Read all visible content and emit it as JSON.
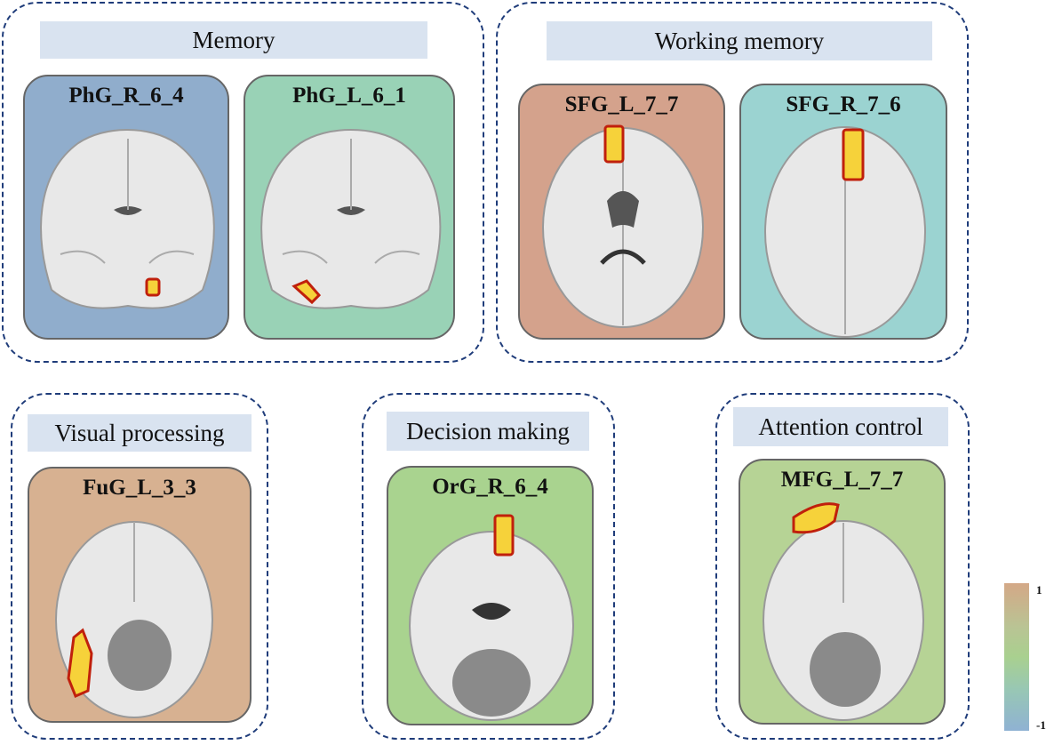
{
  "groups": [
    {
      "title": "Memory",
      "panels": [
        {
          "label": "PhG_R_6_4",
          "color": "#90adcc"
        },
        {
          "label": "PhG_L_6_1",
          "color": "#99d2b6"
        }
      ]
    },
    {
      "title": "Working memory",
      "panels": [
        {
          "label": "SFG_L_7_7",
          "color": "#d4a28c"
        },
        {
          "label": "SFG_R_7_6",
          "color": "#9bd3d1"
        }
      ]
    },
    {
      "title": "Visual processing",
      "panels": [
        {
          "label": "FuG_L_3_3",
          "color": "#d7b191"
        }
      ]
    },
    {
      "title": "Decision making",
      "panels": [
        {
          "label": "OrG_R_6_4",
          "color": "#a9d38f"
        }
      ]
    },
    {
      "title": "Attention control",
      "panels": [
        {
          "label": "MFG_L_7_7",
          "color": "#b6d395"
        }
      ]
    }
  ],
  "colorbar": {
    "max_label": "1",
    "min_label": "-1"
  }
}
